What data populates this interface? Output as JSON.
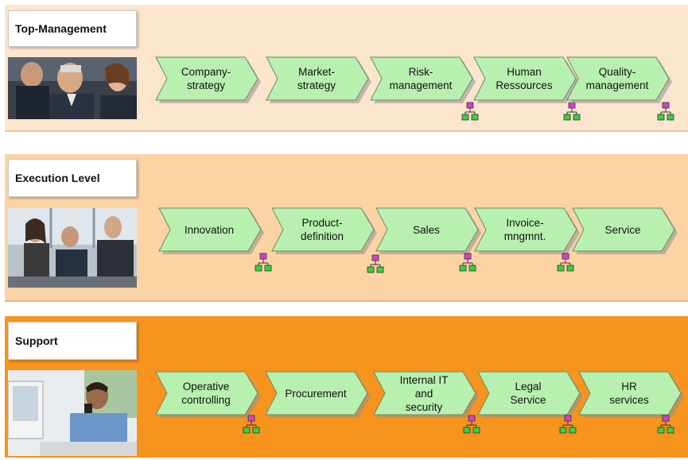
{
  "bands": [
    {
      "label": "Top-Management",
      "photo": "business-meeting-photo",
      "steps": [
        {
          "label": "Company-\nstrategy",
          "icon": null
        },
        {
          "label": "Market-\nstrategy",
          "icon": null
        },
        {
          "label": "Risk-\nmanagement",
          "icon": "org-chart-icon"
        },
        {
          "label": "Human\nRessources",
          "icon": "org-chart-icon"
        },
        {
          "label": "Quality-\nmanagement",
          "icon": "org-chart-icon"
        }
      ]
    },
    {
      "label": "Execution Level",
      "photo": "office-team-photo",
      "steps": [
        {
          "label": "Innovation",
          "icon": "org-chart-icon"
        },
        {
          "label": "Product-\ndefinition",
          "icon": "org-chart-icon"
        },
        {
          "label": "Sales",
          "icon": "org-chart-icon"
        },
        {
          "label": "Invoice-\nmngmnt.",
          "icon": "org-chart-icon"
        },
        {
          "label": "Service",
          "icon": null
        }
      ]
    },
    {
      "label": "Support",
      "photo": "phone-desk-photo",
      "steps": [
        {
          "label": "Operative\ncontrolling",
          "icon": "org-chart-icon"
        },
        {
          "label": "Procurement",
          "icon": null
        },
        {
          "label": "Internal IT\nand\nsecurity",
          "icon": "org-chart-icon"
        },
        {
          "label": "Legal\nService",
          "icon": "org-chart-icon"
        },
        {
          "label": "HR\nservices",
          "icon": "org-chart-icon"
        }
      ]
    }
  ],
  "colors": {
    "step_fill": "#b8f0b0",
    "step_stroke": "#6a8a66",
    "top_band": "#fce5cd",
    "execution_band": "#fcd3a5",
    "support_band": "#f7941d"
  }
}
